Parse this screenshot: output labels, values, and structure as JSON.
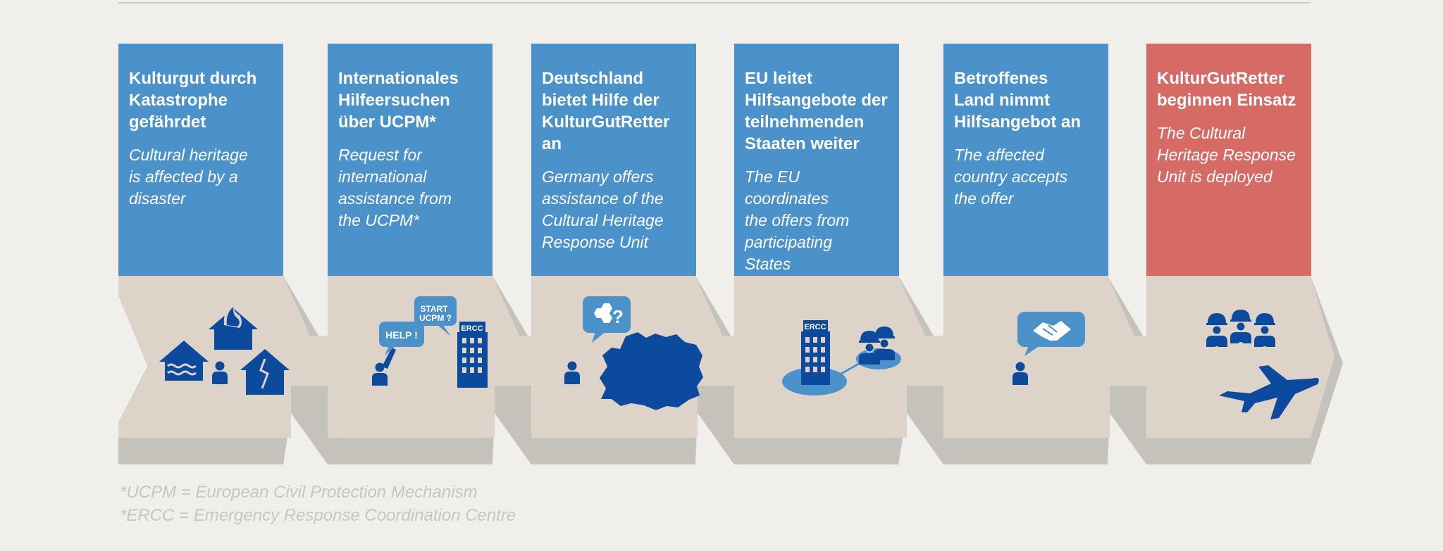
{
  "colors": {
    "card_blue": "#4a92c9",
    "card_red": "#d66b65",
    "icon_blue": "#0b4a9c",
    "arrow_top": "#ddd3c8",
    "arrow_side": "#c5c2bc",
    "footnote": "#c9c6c0"
  },
  "steps": [
    {
      "de": "Kulturgut durch\nKatastrophe\ngefährdet",
      "en": "Cultural heritage\nis affected by a\ndisaster",
      "icons": [
        "burning-house-icon",
        "flooded-house-icon",
        "person-icon",
        "damaged-house-icon"
      ]
    },
    {
      "de": "Internationales\nHilfeersuchen\nüber UCPM*",
      "en": "Request for\ninternational\nassistance from\nthe UCPM*",
      "icons": [
        "person-calling-help-icon",
        "speech-bubble-icon",
        "ercc-building-icon"
      ],
      "bubbles": {
        "help": "HELP !",
        "start_1": "START",
        "start_2": "UCPM ?",
        "building": "ERCC"
      }
    },
    {
      "de": "Deutschland\nbietet Hilfe der\nKulturGutRetter\nan",
      "en": "Germany offers\nassistance of the\nCultural Heritage\nResponse Unit",
      "icons": [
        "person-icon",
        "germany-map-icon",
        "offer-question-bubble-icon"
      ],
      "bubbles": {
        "question": "?"
      }
    },
    {
      "de": "EU leitet\nHilfsangebote der\nteilnehmenden\nStaaten weiter",
      "en": "The EU coordinates\nthe offers from\nparticipating\nStates",
      "icons": [
        "ercc-building-icon",
        "team-icon"
      ],
      "bubbles": {
        "building": "ERCC"
      }
    },
    {
      "de": "Betroffenes\nLand nimmt\nHilfsangebot an",
      "en": "The affected\ncountry accepts\nthe offer",
      "icons": [
        "person-icon",
        "handshake-icon"
      ]
    },
    {
      "de": "KulturGutRetter\nbeginnen Einsatz",
      "en": "The Cultural\nHeritage Response\nUnit is deployed",
      "icons": [
        "rescue-team-icon",
        "airplane-icon"
      ]
    }
  ],
  "footnotes": [
    "*UCPM = European Civil Protection Mechanism",
    "*ERCC = Emergency Response Coordination Centre"
  ]
}
